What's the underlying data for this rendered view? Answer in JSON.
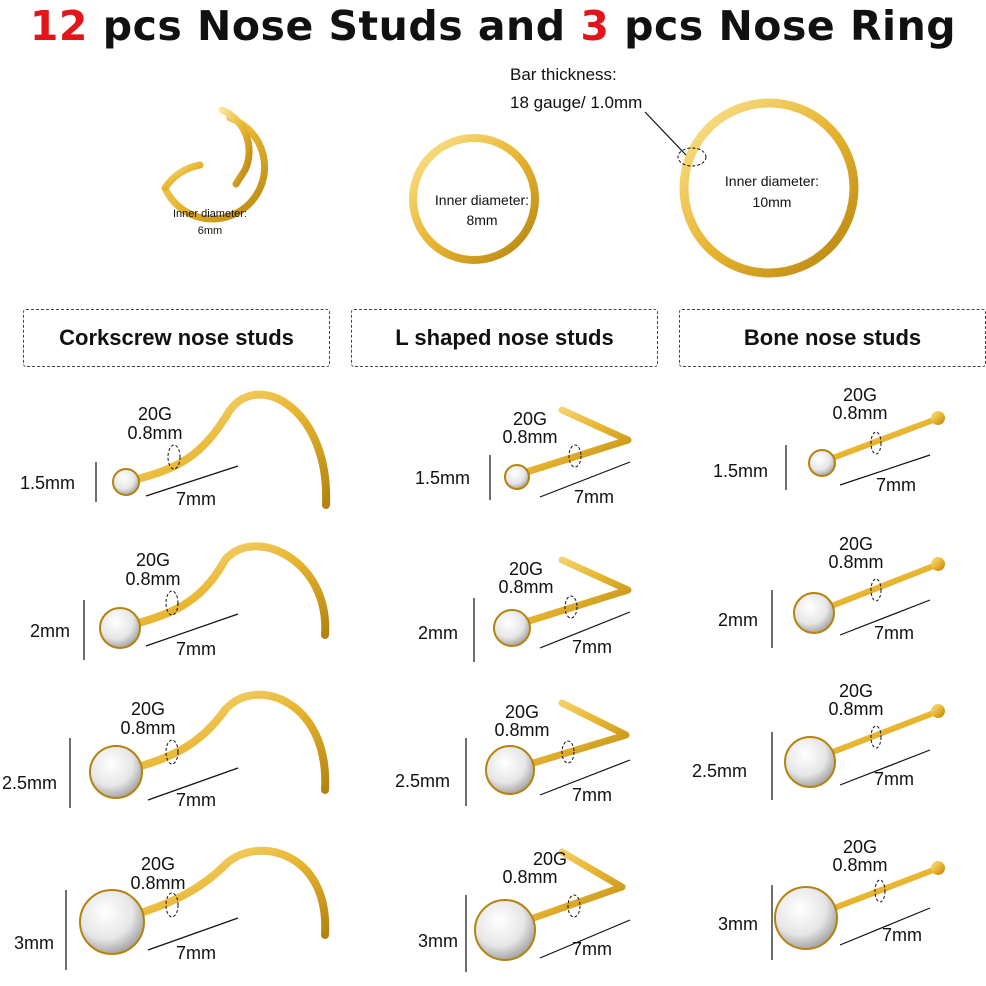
{
  "title": {
    "num1": "12",
    "text1": " pcs Nose Studs and ",
    "num2": "3",
    "text2": " pcs Nose Ring",
    "accent_color": "#e3151a"
  },
  "rings": {
    "bar_thickness_label": "Bar thickness:",
    "bar_thickness_value": "18 gauge/ 1.0mm",
    "ring_6mm": {
      "label": "Inner diameter:",
      "value": "6mm"
    },
    "ring_8mm": {
      "label": "Inner diameter:",
      "value": "8mm"
    },
    "ring_10mm": {
      "label": "Inner diameter:",
      "value": "10mm"
    }
  },
  "categories": [
    "Corkscrew nose studs",
    "L shaped nose studs",
    "Bone nose studs"
  ],
  "stud_spec": {
    "gauge": "20G",
    "thickness": "0.8mm",
    "length": "7mm"
  },
  "sizes": [
    "1.5mm",
    "2mm",
    "2.5mm",
    "3mm"
  ],
  "colors": {
    "gold": "#e8b530",
    "gold_dark": "#b4830f",
    "gold_light": "#fbe596"
  }
}
